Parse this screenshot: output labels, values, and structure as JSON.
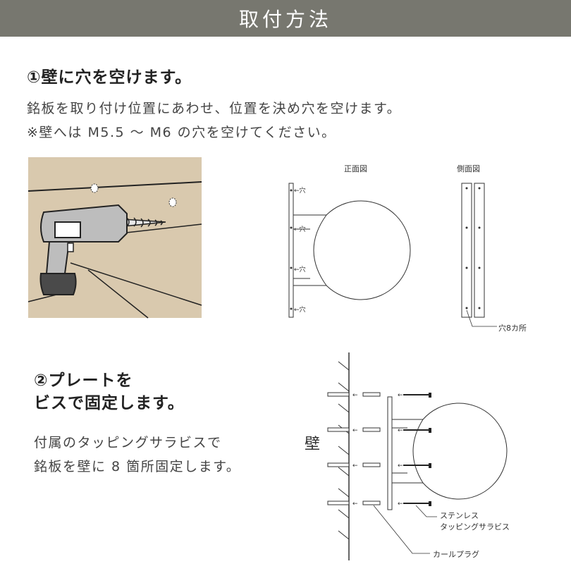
{
  "header": {
    "title": "取付方法"
  },
  "step1": {
    "title": "①壁に穴を空けます。",
    "line1": "銘板を取り付け位置にあわせ、位置を決め穴を空けます。",
    "line2": "※壁へは M5.5 ～ M6 の穴を空けてください。"
  },
  "diagram1": {
    "front_label": "正面図",
    "side_label": "側面図",
    "hole_marker": "←穴",
    "holes_note": "穴8カ所"
  },
  "step2": {
    "title_line1": "②プレートを",
    "title_line2": "ビスで固定します。",
    "line1": "付属のタッピングサラビスで",
    "line2": "銘板を壁に 8 箇所固定します。"
  },
  "diagram2": {
    "wall_label": "壁",
    "screw_label_line1": "ステンレス",
    "screw_label_line2": "タッピングサラビス",
    "plug_label": "カールプラグ"
  }
}
